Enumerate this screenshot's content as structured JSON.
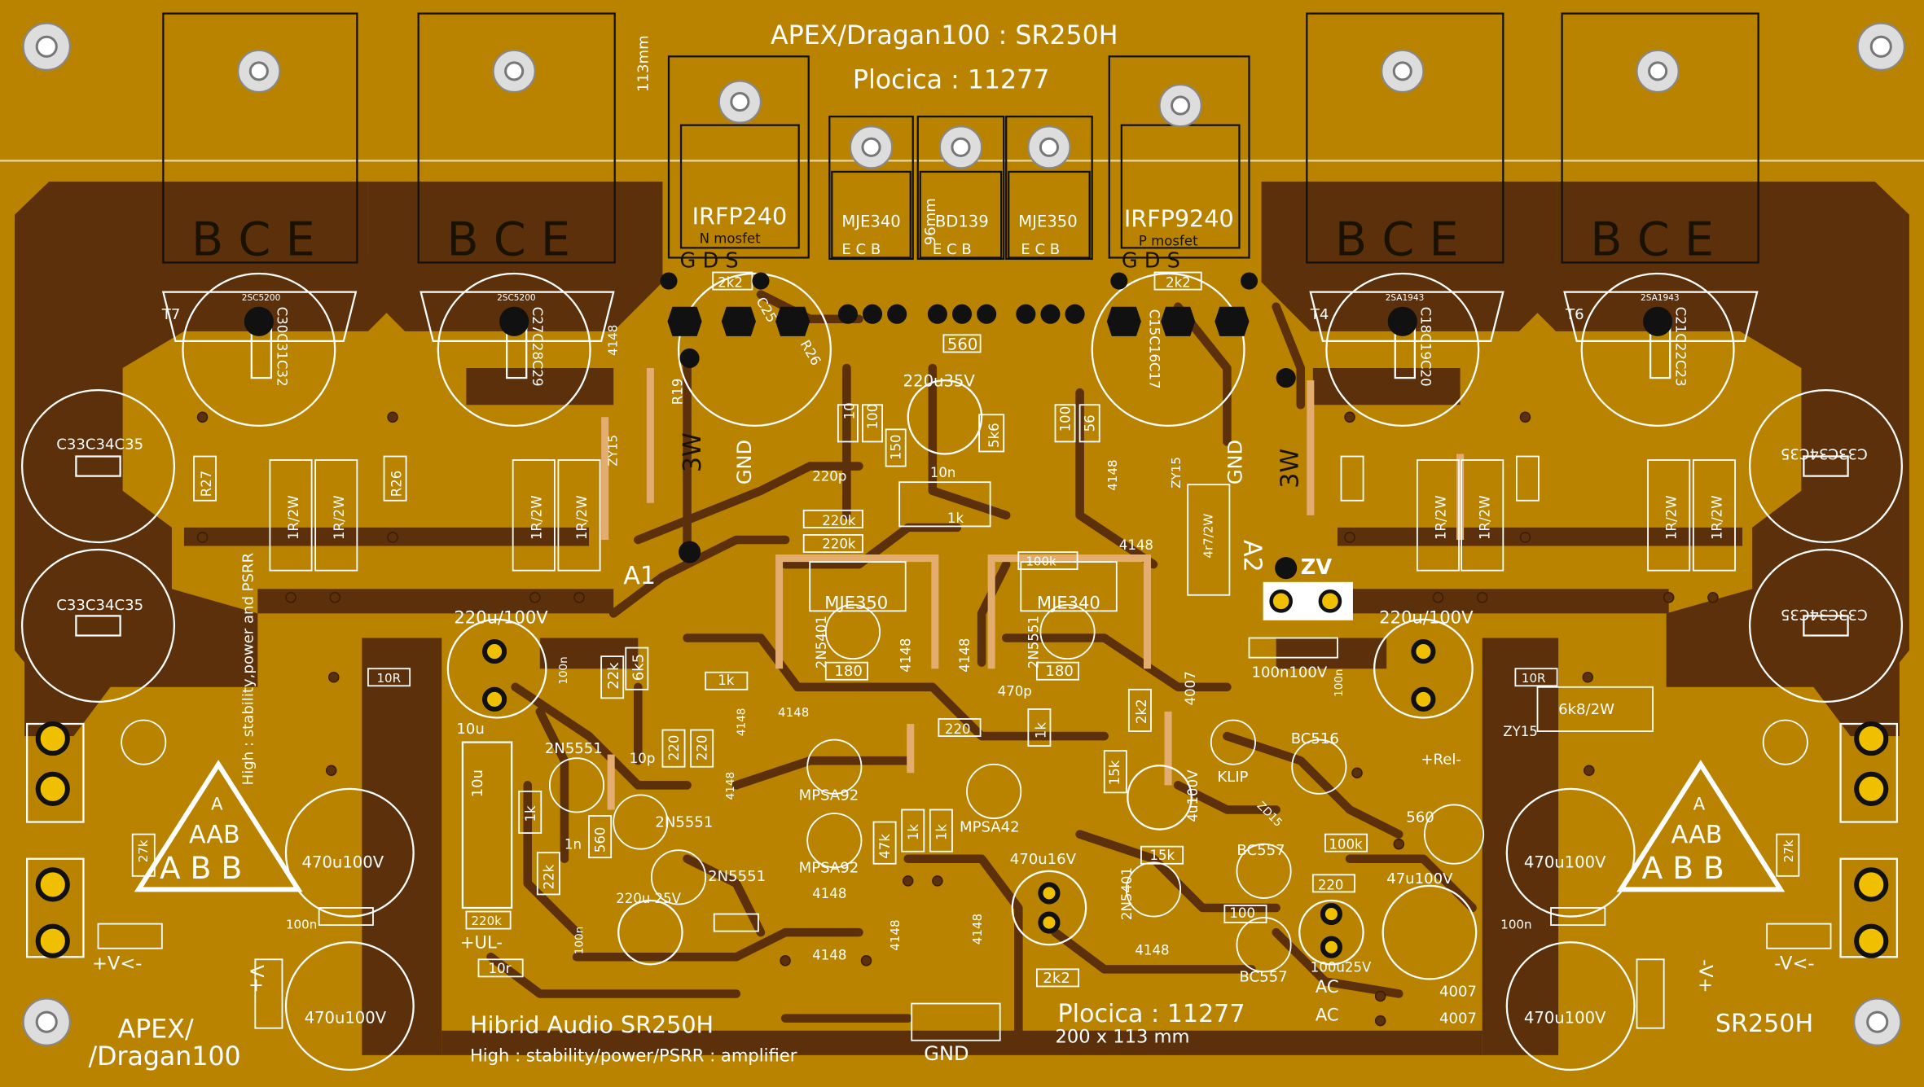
{
  "header": {
    "title": "APEX/Dragan100 : SR250H",
    "subtitle": "Plocica : 11277",
    "dim_113": "113mm",
    "dim_96": "96mm"
  },
  "colors": {
    "board": "#b88200",
    "board_dark": "#9c6a00",
    "copper": "#5a2f0a",
    "trace_light": "#e8b070",
    "silk": "#ffffff",
    "pad": "#111111"
  },
  "heatsink_top": {
    "sot_left1": "B C E",
    "sot_left2": "B C E",
    "sot_right1": "B C E",
    "sot_right2": "B C E",
    "irfp240": "IRFP240",
    "n_mosfet": "N mosfet",
    "irfp9240": "IRFP9240",
    "p_mosfet": "P mosfet",
    "mje340_top": "MJE340",
    "bd139": "BD139",
    "mje350_top": "MJE350",
    "ecb1": "E C B",
    "ecb2": "E C B",
    "ecb3": "E C B",
    "gds1": "G D S",
    "gds2": "G D S"
  },
  "transistors": {
    "t7": "T7",
    "t4": "T4",
    "t6": "T6",
    "t7_part": "2SC5200",
    "t2_part": "2SC5200",
    "t4_part": "2SA1943",
    "t6_part": "2SA1943",
    "cap_l1": "C30C31C32",
    "cap_l2": "C27C28C29",
    "cap_r1": "C18C19C20",
    "cap_r2": "C21C22C23",
    "mos_cap_l": "C25",
    "mos_r_l": "R26",
    "mos_cap_r": "C15C16C17"
  },
  "parts": {
    "r_2k2_a": "2k2",
    "r_2k2_b": "2k2",
    "r_560_top": "560",
    "cap_220u35": "220u35V",
    "r_10": "10",
    "r_100_a": "100",
    "r_150": "150",
    "cap_10n": "10n",
    "r_5k6": "5k6",
    "r_100_b": "100",
    "r_56": "56",
    "r_1k_trim": "1k",
    "cap_220p": "220p",
    "r_220k_a": "220k",
    "r_220k_b": "220k",
    "r_100k": "100k",
    "d_4148_a": "4148",
    "d_4148_b": "4148",
    "d_4148_c": "4148",
    "zy15_a": "ZY15",
    "zy15_b": "ZY15",
    "zy15_c": "ZY15",
    "r19": "R19",
    "r3w_l": "3W",
    "r3w_r": "3W",
    "gnd_l": "GND",
    "gnd_r": "GND",
    "r27": "R27",
    "r26": "R26",
    "r_1r2w_1": "1R/2W",
    "r_1r2w_2": "1R/2W",
    "r_1r2w_3": "1R/2W",
    "r_1r2w_4": "1R/2W",
    "r_1r2w_5": "1R/2W",
    "r_1r2w_6": "1R/2W",
    "r_1r2w_7": "1R/2W",
    "r_1r2w_8": "1R/2W",
    "c_bank_l1": "C33C34C35",
    "c_bank_l2": "C33C34C35",
    "c_bank_r1": "C33C34C35",
    "c_bank_r2": "C33C34C35",
    "a1": "A1",
    "a2": "A2",
    "zv": "ZV",
    "r_4r7": "4r7/2W",
    "mje350_mid": "MJE350",
    "mje340_mid": "MJE340",
    "q_2n5401_a": "2N5401",
    "q_2n5551_a": "2N5551",
    "r_180_a": "180",
    "r_180_b": "180",
    "d_4148_m1": "4148",
    "d_4148_m2": "4148",
    "cap_220u100_l": "220u/100V",
    "cap_220u100_r": "220u/100V",
    "r_10r_l": "10R",
    "r_10r_r": "10R",
    "c_100n_l": "100n",
    "c_100n_r": "100n",
    "r_22k": "22k",
    "r_6k5": "6k5",
    "r_1k_a": "1k",
    "d_4148_d": "4148",
    "c_100n100v": "100n100V",
    "r_6k8": "6k8/2W",
    "d_4007_a": "4007",
    "r_2k2_c": "2k2",
    "c_470p": "470p",
    "r_1k_b": "1k",
    "r_220_a": "220",
    "r_220_b": "220",
    "r_220_c": "220",
    "c_10p": "10p",
    "d_4148_e": "4148",
    "d_4148_f": "4148",
    "q_2n5551_b": "2N5551",
    "q_2n5551_c": "2N5551",
    "q_2n5551_d": "2N5551",
    "mpsa92_a": "MPSA92",
    "mpsa92_b": "MPSA92",
    "mpsa42": "MPSA42",
    "r_47k": "47k",
    "r_1k_c": "1k",
    "r_1k_d": "1k",
    "c_10u": "10u",
    "c_10u_b": "10u",
    "r_1k_e": "1k",
    "c_1n": "1n",
    "r_560_b": "560",
    "r_22k_b": "22k",
    "r_220k_c": "220k",
    "ul": "+UL-",
    "r_10r_b": "10r",
    "c_100n_b": "100n",
    "c_220u25": "220u 25V",
    "d_4148_g": "4148",
    "d_4148_h": "4148",
    "d_4148_i": "4148",
    "d_4148_j": "4148",
    "d_4148_k": "4148",
    "c_470u16": "470u16V",
    "r_15k_a": "15k",
    "r_15k_b": "15k",
    "c_4u7": "4u100V",
    "klip": "KLIP",
    "bc516": "BC516",
    "rel": "+Rel-",
    "zd15": "ZD15",
    "r_560_c": "560",
    "bc557_a": "BC557",
    "bc557_b": "BC557",
    "r_100k_b": "100k",
    "r_220_d": "220",
    "c_47u100": "47u100V",
    "r_100_c": "100",
    "c_100u25": "100u25V",
    "q_2n5401_b": "2N5401",
    "r_2k2_d": "2k2",
    "ac_1": "AC",
    "ac_2": "AC",
    "d_4007_b": "4007",
    "d_4007_c": "4007",
    "gnd_bottom": "GND",
    "c_470u100_1": "470u100V",
    "c_470u100_2": "470u100V",
    "c_470u100_3": "470u100V",
    "c_470u100_4": "470u100V",
    "c_100n_c": "100n",
    "c_100n_d": "100n",
    "r_27k_l": "27k",
    "r_27k_r": "27k",
    "pv_l": "+V<-",
    "mv_r": "-V<-",
    "v_left": "-V+",
    "v_right": "-V+",
    "logo_a": "A",
    "logo_aab": "AAB",
    "logo_abb": "A B B"
  },
  "footer": {
    "brand1": "APEX/",
    "brand2": "/Dragan100",
    "product": "Hibrid Audio SR250H",
    "tagline": "High : stability/power/PSRR : amplifier",
    "plate": "Plocica : 11277",
    "size": "200 x 113 mm",
    "sr250h": "SR250H",
    "vertical_note": "High : stability,power and PSRR"
  }
}
